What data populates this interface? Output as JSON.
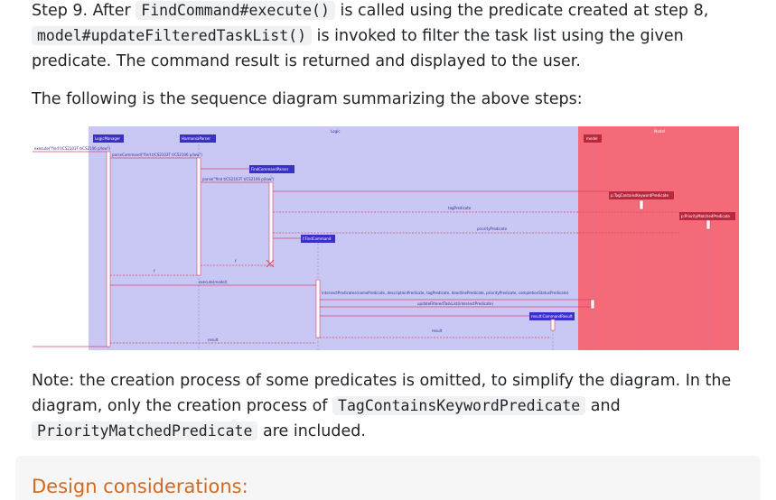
{
  "step9": {
    "t1": "Step 9. After ",
    "c1": "FindCommand#execute()",
    "t2": " is called using the predicate created at step 8,",
    "c2": "model#updateFilteredTaskList()",
    "t3": " is invoked to filter the task list using the given predicate. The command result is returned and displayed to the user."
  },
  "intro": "The following is the sequence diagram summarizing the above steps:",
  "diagram": {
    "frame_logic": "Logic",
    "frame_model": "Model",
    "participants": {
      "logic_manager": "LogicManager",
      "parser": "HarmoniaParser",
      "find_parser": "FindCommandParser",
      "find_command": "f:FindCommand",
      "model": "model",
      "tag_predicate": "p:TagContainsKeywordPredicate",
      "priority_predicate": "p:PriorityMatchedPredicate",
      "result": "result:CommandResult"
    },
    "messages": {
      "execute": "execute(\"find t/CS2103T t/CS2106 p/low\")",
      "parse_command": "parseCommand(\"find t/CS2103T t/CS2106 p/low\")",
      "parse": "parse(\"find t/CS2103T t/CS2106 p/low\")",
      "tag_predicate": "tagPredicate",
      "priority_predicate": "priorityPredicate",
      "f1": "f",
      "f2": "f",
      "execute_model": "execute(model)",
      "intersect": "intersectPredicates(namePredicate, descriptionPredicate, tagPredicate, deadlinePredicate, priorityPredicate, completionStatusPredicate)",
      "update": "updateFilteredTaskList(intersectPredicate)",
      "result1": "result",
      "result2": "result"
    }
  },
  "note": {
    "t1": "Note: the creation process of some predicates is omitted, to simplify the diagram. In the diagram, only the creation process of ",
    "c1": "TagContainsKeywordPredicate",
    "t2": " and ",
    "c2": "PriorityMatchedPredicate",
    "t3": " are included."
  },
  "design_heading": "Design considerations:",
  "colors": {
    "logic_frame": "#c9c8f5",
    "model_frame": "#f46a78",
    "participant": "#3b2fc9",
    "arrow": "#d6456a",
    "heading": "#d2691e"
  }
}
